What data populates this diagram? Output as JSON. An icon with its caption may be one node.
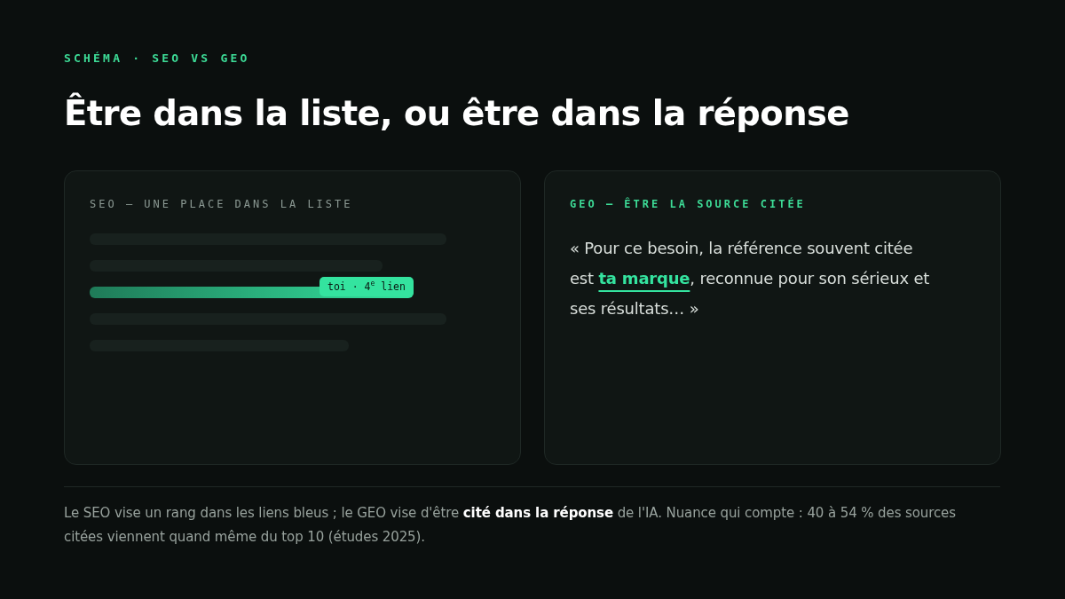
{
  "diagram": {
    "title": "Être dans la liste, ou être dans la réponse",
    "caption": "Le SEO vise un rang dans les liens bleus ; le GEO vise d'être **cité dans la réponse** de l'IA. Nuance qui compte : 40 à 54 % des sources citées viennent quand même du top 10 (études 2025).",
    "labels": [
      "SCHÉMA · SEO VS GEO"
    ],
    "nodes": [
      {
        "text": [
          "SEO — UNE PLACE DANS LA LISTE"
        ]
      },
      {
        "text": [
          "GEO — ÊTRE LA SOURCE CITÉE",
          "« Pour ce besoin, la référence souvent citée est **ta marque**, reconnue pour son sérieux et ses résultats… »"
        ]
      },
      {
        "text": [
          "toi · 4$^{e}$ lien"
        ],
        "in": 0
      }
    ]
  }
}
